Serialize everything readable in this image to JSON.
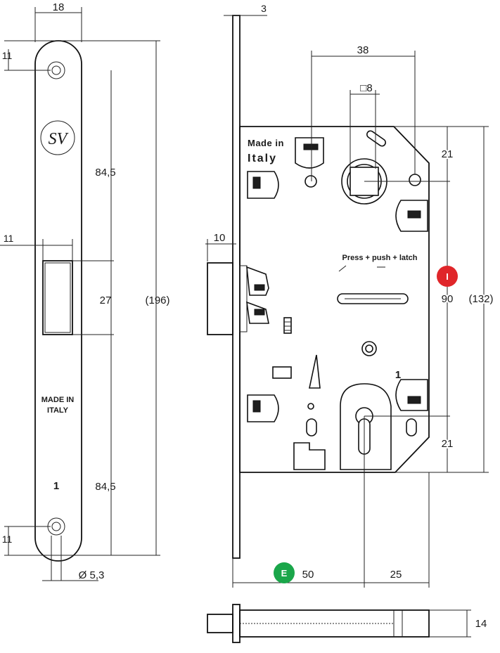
{
  "front_plate": {
    "dim_width": "18",
    "dim_top_hole": "11",
    "dim_upper_length": "84,5",
    "dim_latch_offset": "11",
    "dim_latch_height": "27",
    "dim_total_length": "(196)",
    "dim_lower_length": "84,5",
    "dim_bottom_hole": "11",
    "dim_hole_diameter": "Ø 5,3",
    "logo_text": "SV",
    "made_in_line1": "MADE IN",
    "made_in_line2": "ITALY",
    "number": "1"
  },
  "lock_body": {
    "dim_faceplate_thickness": "3",
    "dim_spindle_distance": "38",
    "dim_square_spindle": "□8",
    "dim_top_margin": "21",
    "dim_latch_projection": "10",
    "dim_center_distance": "90",
    "dim_case_height": "(132)",
    "dim_bottom_margin": "21",
    "dim_backset": "50",
    "dim_keyhole_offset": "25",
    "made_in_line1": "Made in",
    "made_in_line2": "Italy",
    "instruction": "Press + push + latch",
    "number": "1",
    "badge_red_letter": "I",
    "badge_green_letter": "E",
    "badge_red_color": "#e0262a",
    "badge_green_color": "#1aa64a"
  },
  "bottom_view": {
    "dim_thickness": "14"
  }
}
